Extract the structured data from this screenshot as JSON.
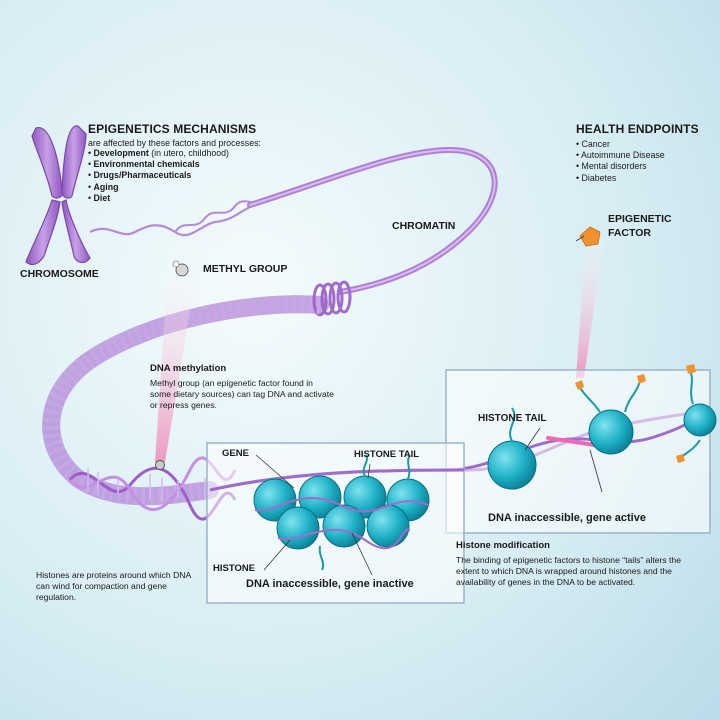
{
  "mechanisms": {
    "title": "EPIGENETICS MECHANISMS",
    "subtitle": "are affected by these factors and processes:",
    "items": [
      {
        "bold": "Development",
        "rest": " (in utero, childhood)"
      },
      {
        "bold": "Environmental chemicals",
        "rest": ""
      },
      {
        "bold": "Drugs/Pharmaceuticals",
        "rest": ""
      },
      {
        "bold": "Aging",
        "rest": ""
      },
      {
        "bold": "Diet",
        "rest": ""
      }
    ]
  },
  "health": {
    "title": "HEALTH ENDPOINTS",
    "items": [
      "Cancer",
      "Autoimmune Disease",
      "Mental disorders",
      "Diabetes"
    ]
  },
  "labels": {
    "chromosome": "CHROMOSOME",
    "chromatin": "CHROMATIN",
    "methyl_group": "METHYL GROUP",
    "epigenetic_factor_line1": "EPIGENETIC",
    "epigenetic_factor_line2": "FACTOR",
    "gene": "GENE",
    "histone_tail_left": "HISTONE TAIL",
    "histone_tail_right": "HISTONE TAIL",
    "histone": "HISTONE",
    "inactive": "DNA inaccessible, gene inactive",
    "active": "DNA inaccessible, gene active"
  },
  "methylation": {
    "title": "DNA methylation",
    "body": "Methyl group (an epigenetic factor found in some dietary sources) can tag DNA and activate or repress genes."
  },
  "histones_note": "Histones are proteins around which DNA can wind for compaction and gene regulation.",
  "histone_mod": {
    "title": "Histone modification",
    "body": "The binding of epigenetic factors to histone “tails” alters the extent to which DNA is wrapped around histones and the availability of genes in the DNA to be activated."
  },
  "colors": {
    "dna": "#a574c9",
    "histone": "#22b3c8",
    "factor": "#f0a04a",
    "background": "#cfe7f0"
  }
}
